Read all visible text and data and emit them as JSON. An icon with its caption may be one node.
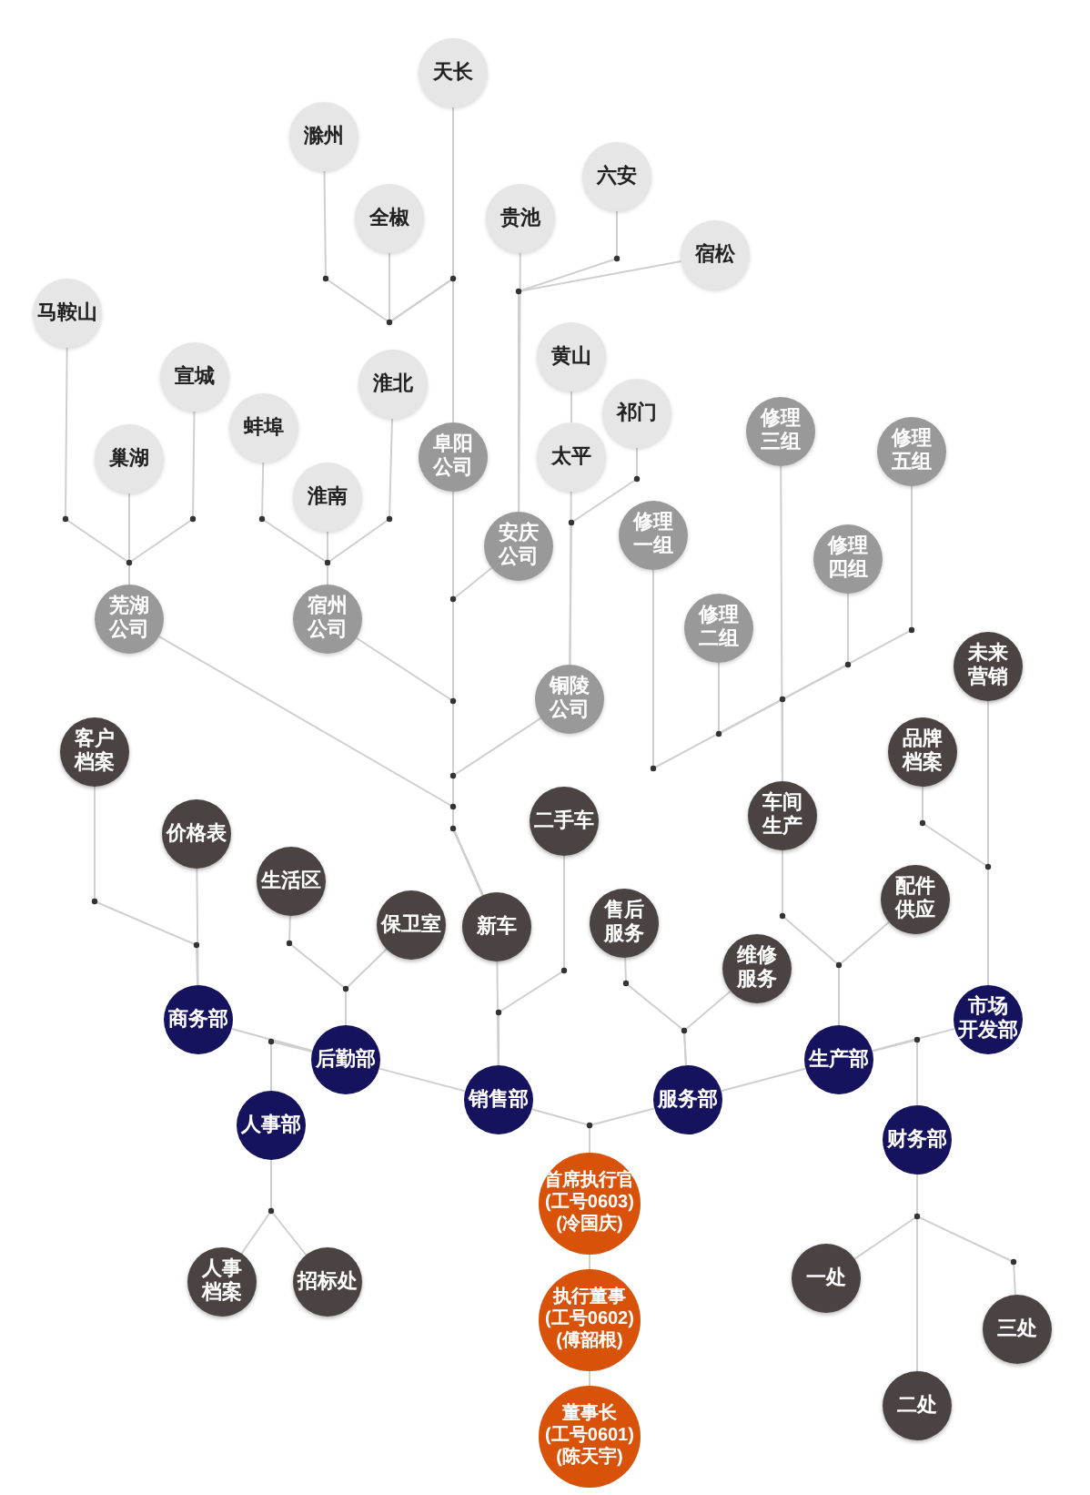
{
  "diagram": {
    "nodes": [
      {
        "text": [
          "天长"
        ]
      },
      {
        "text": [
          "滁州"
        ]
      },
      {
        "text": [
          "全椒"
        ]
      },
      {
        "text": [
          "贵池"
        ]
      },
      {
        "text": [
          "六安"
        ]
      },
      {
        "text": [
          "宿松"
        ]
      },
      {
        "text": [
          "马鞍山"
        ]
      },
      {
        "text": [
          "宣城"
        ]
      },
      {
        "text": [
          "巢湖"
        ]
      },
      {
        "text": [
          "蚌埠"
        ]
      },
      {
        "text": [
          "淮北"
        ]
      },
      {
        "text": [
          "淮南"
        ]
      },
      {
        "text": [
          "黄山"
        ]
      },
      {
        "text": [
          "祁门"
        ]
      },
      {
        "text": [
          "太平"
        ]
      },
      {
        "text": [
          "阜阳公司"
        ]
      },
      {
        "text": [
          "安庆公司"
        ]
      },
      {
        "text": [
          "芜湖公司"
        ]
      },
      {
        "text": [
          "宿州公司"
        ]
      },
      {
        "text": [
          "铜陵公司"
        ]
      },
      {
        "text": [
          "修理三组"
        ]
      },
      {
        "text": [
          "修理五组"
        ]
      },
      {
        "text": [
          "修理一组"
        ]
      },
      {
        "text": [
          "修理四组"
        ]
      },
      {
        "text": [
          "修理二组"
        ]
      },
      {
        "text": [
          "客户档案"
        ]
      },
      {
        "text": [
          "价格表"
        ]
      },
      {
        "text": [
          "生活区"
        ]
      },
      {
        "text": [
          "保卫室"
        ]
      },
      {
        "text": [
          "新车"
        ]
      },
      {
        "text": [
          "二手车"
        ]
      },
      {
        "text": [
          "售后服务"
        ]
      },
      {
        "text": [
          "维修服务"
        ]
      },
      {
        "text": [
          "车间生产"
        ]
      },
      {
        "text": [
          "配件供应"
        ]
      },
      {
        "text": [
          "品牌档案"
        ]
      },
      {
        "text": [
          "未来营销"
        ]
      },
      {
        "text": [
          "商务部"
        ]
      },
      {
        "text": [
          "后勤部"
        ]
      },
      {
        "text": [
          "人事部"
        ]
      },
      {
        "text": [
          "销售部"
        ]
      },
      {
        "text": [
          "服务部"
        ]
      },
      {
        "text": [
          "生产部"
        ]
      },
      {
        "text": [
          "市场开发部"
        ]
      },
      {
        "text": [
          "财务部"
        ]
      },
      {
        "text": [
          "首席执行官",
          "(工号0603)",
          "(冷国庆)"
        ]
      },
      {
        "text": [
          "执行董事",
          "(工号0602)",
          "(傅韶根)"
        ]
      },
      {
        "text": [
          "董事长",
          "(工号0601)",
          "(陈天宇)"
        ]
      },
      {
        "text": [
          "人事档案"
        ]
      },
      {
        "text": [
          "招标处"
        ]
      },
      {
        "text": [
          "一处"
        ]
      },
      {
        "text": [
          "二处"
        ]
      },
      {
        "text": [
          "三处"
        ]
      }
    ],
    "edges": [
      {
        "from": 0,
        "to": 15,
        "arrow": "none"
      },
      {
        "from": 1,
        "to": 15,
        "arrow": "none"
      },
      {
        "from": 2,
        "to": 15,
        "arrow": "none"
      },
      {
        "from": 3,
        "to": 16,
        "arrow": "none"
      },
      {
        "from": 4,
        "to": 16,
        "arrow": "none"
      },
      {
        "from": 5,
        "to": 16,
        "arrow": "none"
      },
      {
        "from": 6,
        "to": 17,
        "arrow": "none"
      },
      {
        "from": 7,
        "to": 17,
        "arrow": "none"
      },
      {
        "from": 8,
        "to": 17,
        "arrow": "none"
      },
      {
        "from": 9,
        "to": 18,
        "arrow": "none"
      },
      {
        "from": 10,
        "to": 18,
        "arrow": "none"
      },
      {
        "from": 11,
        "to": 18,
        "arrow": "none"
      },
      {
        "from": 12,
        "to": 14,
        "arrow": "none"
      },
      {
        "from": 14,
        "to": 19,
        "arrow": "none"
      },
      {
        "from": 13,
        "to": 19,
        "arrow": "none"
      },
      {
        "from": 22,
        "to": 33,
        "arrow": "none"
      },
      {
        "from": 24,
        "to": 33,
        "arrow": "none"
      },
      {
        "from": 20,
        "to": 33,
        "arrow": "none"
      },
      {
        "from": 23,
        "to": 33,
        "arrow": "none"
      },
      {
        "from": 21,
        "to": 33,
        "arrow": "none"
      },
      {
        "from": 15,
        "to": 29,
        "arrow": "none"
      },
      {
        "from": 16,
        "to": 29,
        "arrow": "none"
      },
      {
        "from": 18,
        "to": 29,
        "arrow": "none"
      },
      {
        "from": 19,
        "to": 29,
        "arrow": "none"
      },
      {
        "from": 17,
        "to": 29,
        "arrow": "none"
      },
      {
        "from": 25,
        "to": 37,
        "arrow": "none"
      },
      {
        "from": 26,
        "to": 37,
        "arrow": "none"
      },
      {
        "from": 27,
        "to": 38,
        "arrow": "none"
      },
      {
        "from": 28,
        "to": 38,
        "arrow": "none"
      },
      {
        "from": 29,
        "to": 40,
        "arrow": "none"
      },
      {
        "from": 30,
        "to": 40,
        "arrow": "none"
      },
      {
        "from": 31,
        "to": 41,
        "arrow": "none"
      },
      {
        "from": 32,
        "to": 41,
        "arrow": "none"
      },
      {
        "from": 33,
        "to": 42,
        "arrow": "none"
      },
      {
        "from": 34,
        "to": 42,
        "arrow": "none"
      },
      {
        "from": 35,
        "to": 43,
        "arrow": "none"
      },
      {
        "from": 36,
        "to": 43,
        "arrow": "none"
      },
      {
        "from": 37,
        "to": 38,
        "arrow": "none"
      },
      {
        "from": 39,
        "to": 38,
        "arrow": "none"
      },
      {
        "from": 38,
        "to": 40,
        "arrow": "none"
      },
      {
        "from": 40,
        "to": 45,
        "arrow": "none"
      },
      {
        "from": 41,
        "to": 45,
        "arrow": "none"
      },
      {
        "from": 42,
        "to": 41,
        "arrow": "none"
      },
      {
        "from": 43,
        "to": 42,
        "arrow": "none"
      },
      {
        "from": 44,
        "to": 42,
        "arrow": "none"
      },
      {
        "from": 45,
        "to": 46,
        "arrow": "none"
      },
      {
        "from": 46,
        "to": 47,
        "arrow": "none"
      },
      {
        "from": 39,
        "to": 48,
        "arrow": "none"
      },
      {
        "from": 39,
        "to": 49,
        "arrow": "none"
      },
      {
        "from": 44,
        "to": 50,
        "arrow": "none"
      },
      {
        "from": 44,
        "to": 51,
        "arrow": "none"
      },
      {
        "from": 44,
        "to": 52,
        "arrow": "none"
      }
    ]
  }
}
